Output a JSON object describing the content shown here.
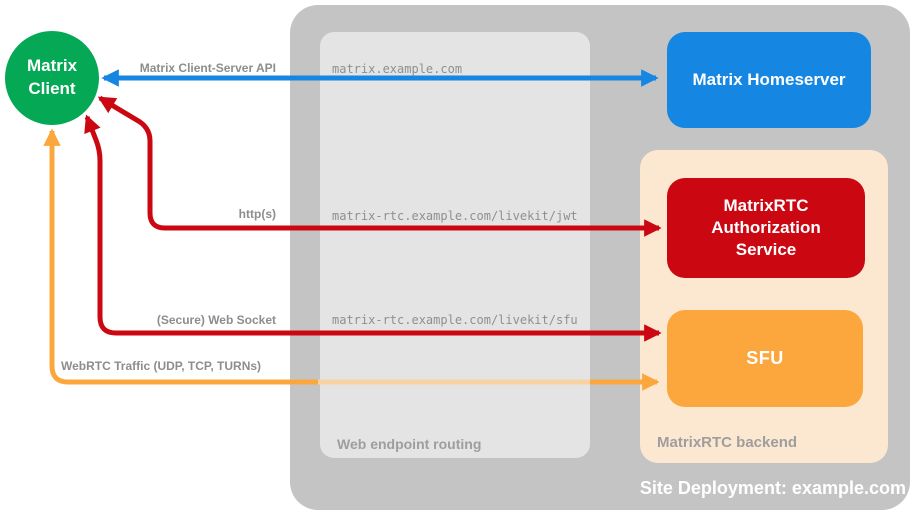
{
  "nodes": {
    "client": {
      "line1": "Matrix",
      "line2": "Client"
    },
    "homeserver": {
      "label": "Matrix Homeserver"
    },
    "auth_service": {
      "label": "MatrixRTC Authorization Service"
    },
    "sfu": {
      "label": "SFU"
    }
  },
  "containers": {
    "site": {
      "label": "Site Deployment: example.com"
    },
    "routing": {
      "label": "Web endpoint routing"
    },
    "backend": {
      "label": "MatrixRTC backend"
    }
  },
  "edges": {
    "client_server_api": {
      "label": "Matrix Client-Server API",
      "route": "matrix.example.com",
      "color": "#1586e2",
      "bidirectional": true
    },
    "http": {
      "label": "http(s)",
      "route": "matrix-rtc.example.com/livekit/jwt",
      "color": "#cb0712",
      "bidirectional": true
    },
    "websocket": {
      "label": "(Secure) Web Socket",
      "route": "matrix-rtc.example.com/livekit/sfu",
      "color": "#cb0712",
      "bidirectional": true
    },
    "webrtc": {
      "label": "WebRTC Traffic (UDP, TCP, TURNs)",
      "color": "#fca73e",
      "bidirectional": true
    }
  },
  "colors": {
    "client_green": "#05a854",
    "homeserver_blue": "#1586e2",
    "auth_red": "#cb0712",
    "sfu_orange": "#fca73e",
    "webrtc_faded_orange": "#f8d2a0",
    "backend_peach": "#fce8d0",
    "outer_gray": "#c4c4c4",
    "routing_gray": "#e4e4e4",
    "label_gray": "#8d8d8d",
    "text_white": "#ffffff"
  }
}
